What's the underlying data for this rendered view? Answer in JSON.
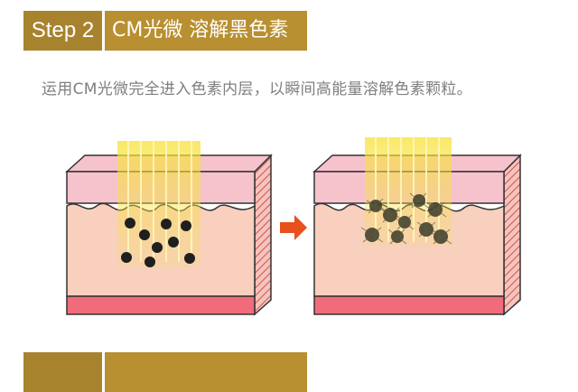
{
  "step2": {
    "tag": "Step 2",
    "title": "CM光微 溶解黑色素",
    "description": "运用CM光微完全进入色素内层，以瞬间高能量溶解色素颗粒。"
  },
  "colors": {
    "tag_bg": "#a8832e",
    "title_bg": "#b88f31",
    "skin_top": "#f6c3cc",
    "skin_body": "#f8d0bd",
    "skin_base": "#f06c7a",
    "laser": "#f7e23a",
    "arrow": "#e9501b"
  },
  "icons": {
    "arrow": "arrow-right-icon"
  }
}
